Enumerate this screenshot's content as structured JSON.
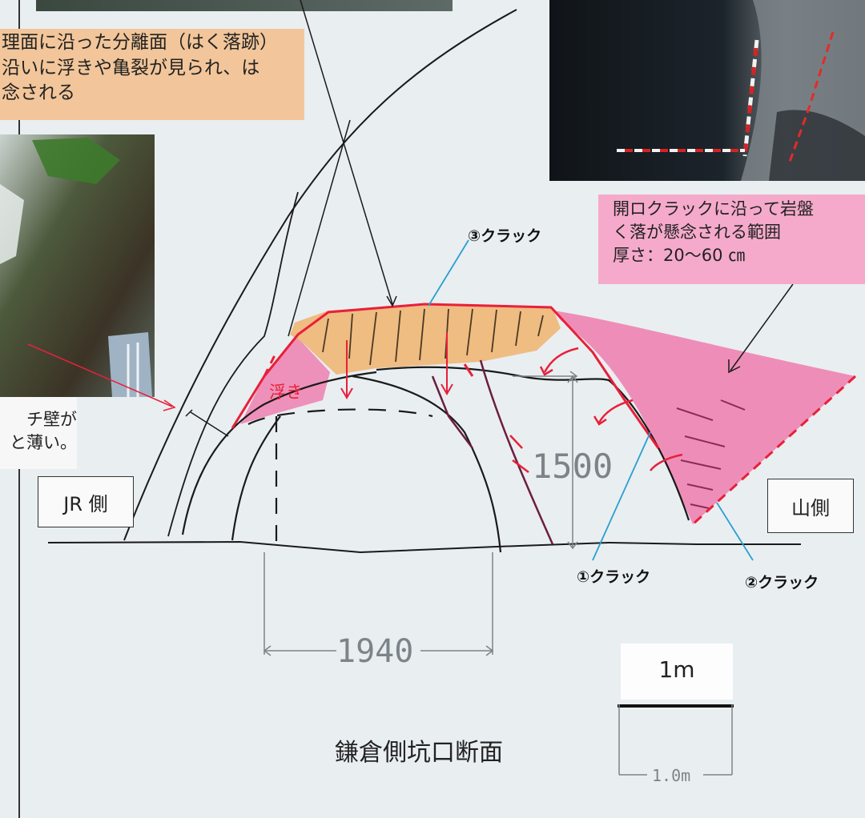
{
  "notes": {
    "separation_plane": "理面に沿った分離面（はく落跡）\n沿いに浮きや亀裂が見られ、は\n念される",
    "open_crack_range": "開ロクラックに沿って岩盤\nく落が懸念される範囲\n厚さ：20〜60 ㎝",
    "thin_wall": "チ壁が\nと薄い。"
  },
  "boxes": {
    "jr_side": "JR 側",
    "mountain_side": "山側"
  },
  "cracks": {
    "crack_3": "③クラック",
    "crack_1": "①クラック",
    "crack_2": "②クラック"
  },
  "labels": {
    "float": "浮き",
    "title": "鎌倉側坑口断面"
  },
  "dimensions": {
    "height": "1500",
    "width": "1940"
  },
  "scale": {
    "top_label": "1m",
    "bottom_label": "1.0m"
  },
  "colors": {
    "orange_fill": "#f0b36e",
    "pink_fill": "#f06aa2",
    "red_line": "#e8203a",
    "crack_blue": "#2a9fd0"
  }
}
